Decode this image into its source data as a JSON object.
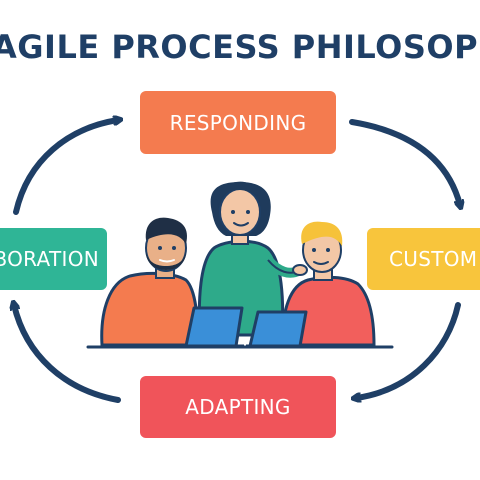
{
  "title": "AGILE PROCESS PHILOSOPHY",
  "cycle": {
    "top": {
      "label": "RESPONDING"
    },
    "right": {
      "label": "CUSTOM"
    },
    "bottom": {
      "label": "ADAPTING"
    },
    "left": {
      "label": "ABORATION"
    }
  },
  "colors": {
    "title": "#1f3f66",
    "arrows": "#1f3f66",
    "responding": "#f47b4f",
    "custom": "#f8c53c",
    "adapting": "#f0545a",
    "aboration": "#2fb596"
  },
  "illustration": {
    "people": [
      "bearded-man-orange-shirt",
      "woman-green-shirt",
      "blond-man-red-shirt"
    ],
    "laptops": 2
  }
}
